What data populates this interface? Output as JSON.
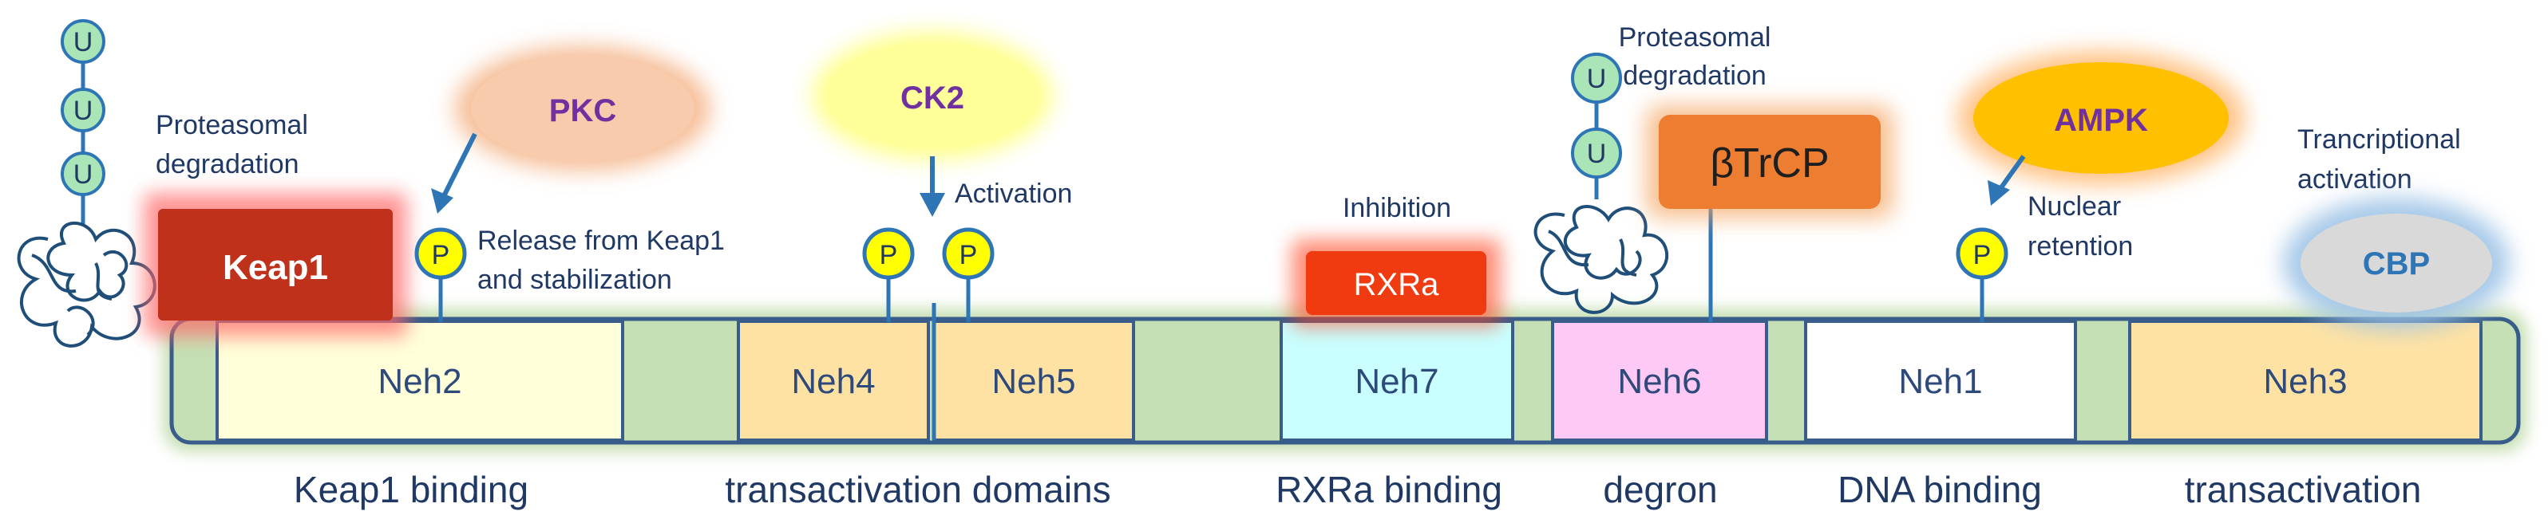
{
  "domains": [
    {
      "label": "Neh2",
      "color": "#ffffd9"
    },
    {
      "label": "Neh4",
      "color": "#fde2a4"
    },
    {
      "label": "Neh5",
      "color": "#fde2a4"
    },
    {
      "label": "Neh7",
      "color": "#c9ffff"
    },
    {
      "label": "Neh6",
      "color": "#ffc9f5"
    },
    {
      "label": "Neh1",
      "color": "#ffffff"
    },
    {
      "label": "Neh3",
      "color": "#fde2a4"
    }
  ],
  "region_labels": [
    "Keap1 binding",
    "transactivation domains",
    "RXRa binding",
    "degron",
    "DNA binding",
    "transactivation"
  ],
  "binders": {
    "keap1": "Keap1",
    "rxra": "RXRa",
    "btrcp": "βTrCP",
    "cbp": "CBP"
  },
  "kinases": {
    "pkc": "PKC",
    "ck2": "CK2",
    "ampk": "AMPK"
  },
  "marks": {
    "phospho": "P",
    "ubiquitin": "U"
  },
  "annotations": {
    "keap1_degradation": [
      "Proteasomal",
      "degradation"
    ],
    "keap1_release": [
      "Release from Keap1",
      "and stabilization"
    ],
    "activation": "Activation",
    "inhibition": "Inhibition",
    "btrcp_degradation": [
      "Proteasomal",
      "degradation"
    ],
    "nuclear_retention": [
      "Nuclear",
      "retention"
    ],
    "transcriptional_activation": [
      "Trancriptional",
      "activation"
    ]
  },
  "colors": {
    "backbone": "#c5e0b4",
    "keap1": "#c0311c",
    "rxra": "#f03a10",
    "btrcp": "#ed7d31",
    "cbp": "#d9d9d9",
    "pkc": "#f8cbad",
    "ck2": "#ffff99",
    "ampk": "#ffc000",
    "phospho_fill": "#ffff00",
    "ubiquitin_fill": "#a9e5b6",
    "line": "#2e75b6"
  }
}
